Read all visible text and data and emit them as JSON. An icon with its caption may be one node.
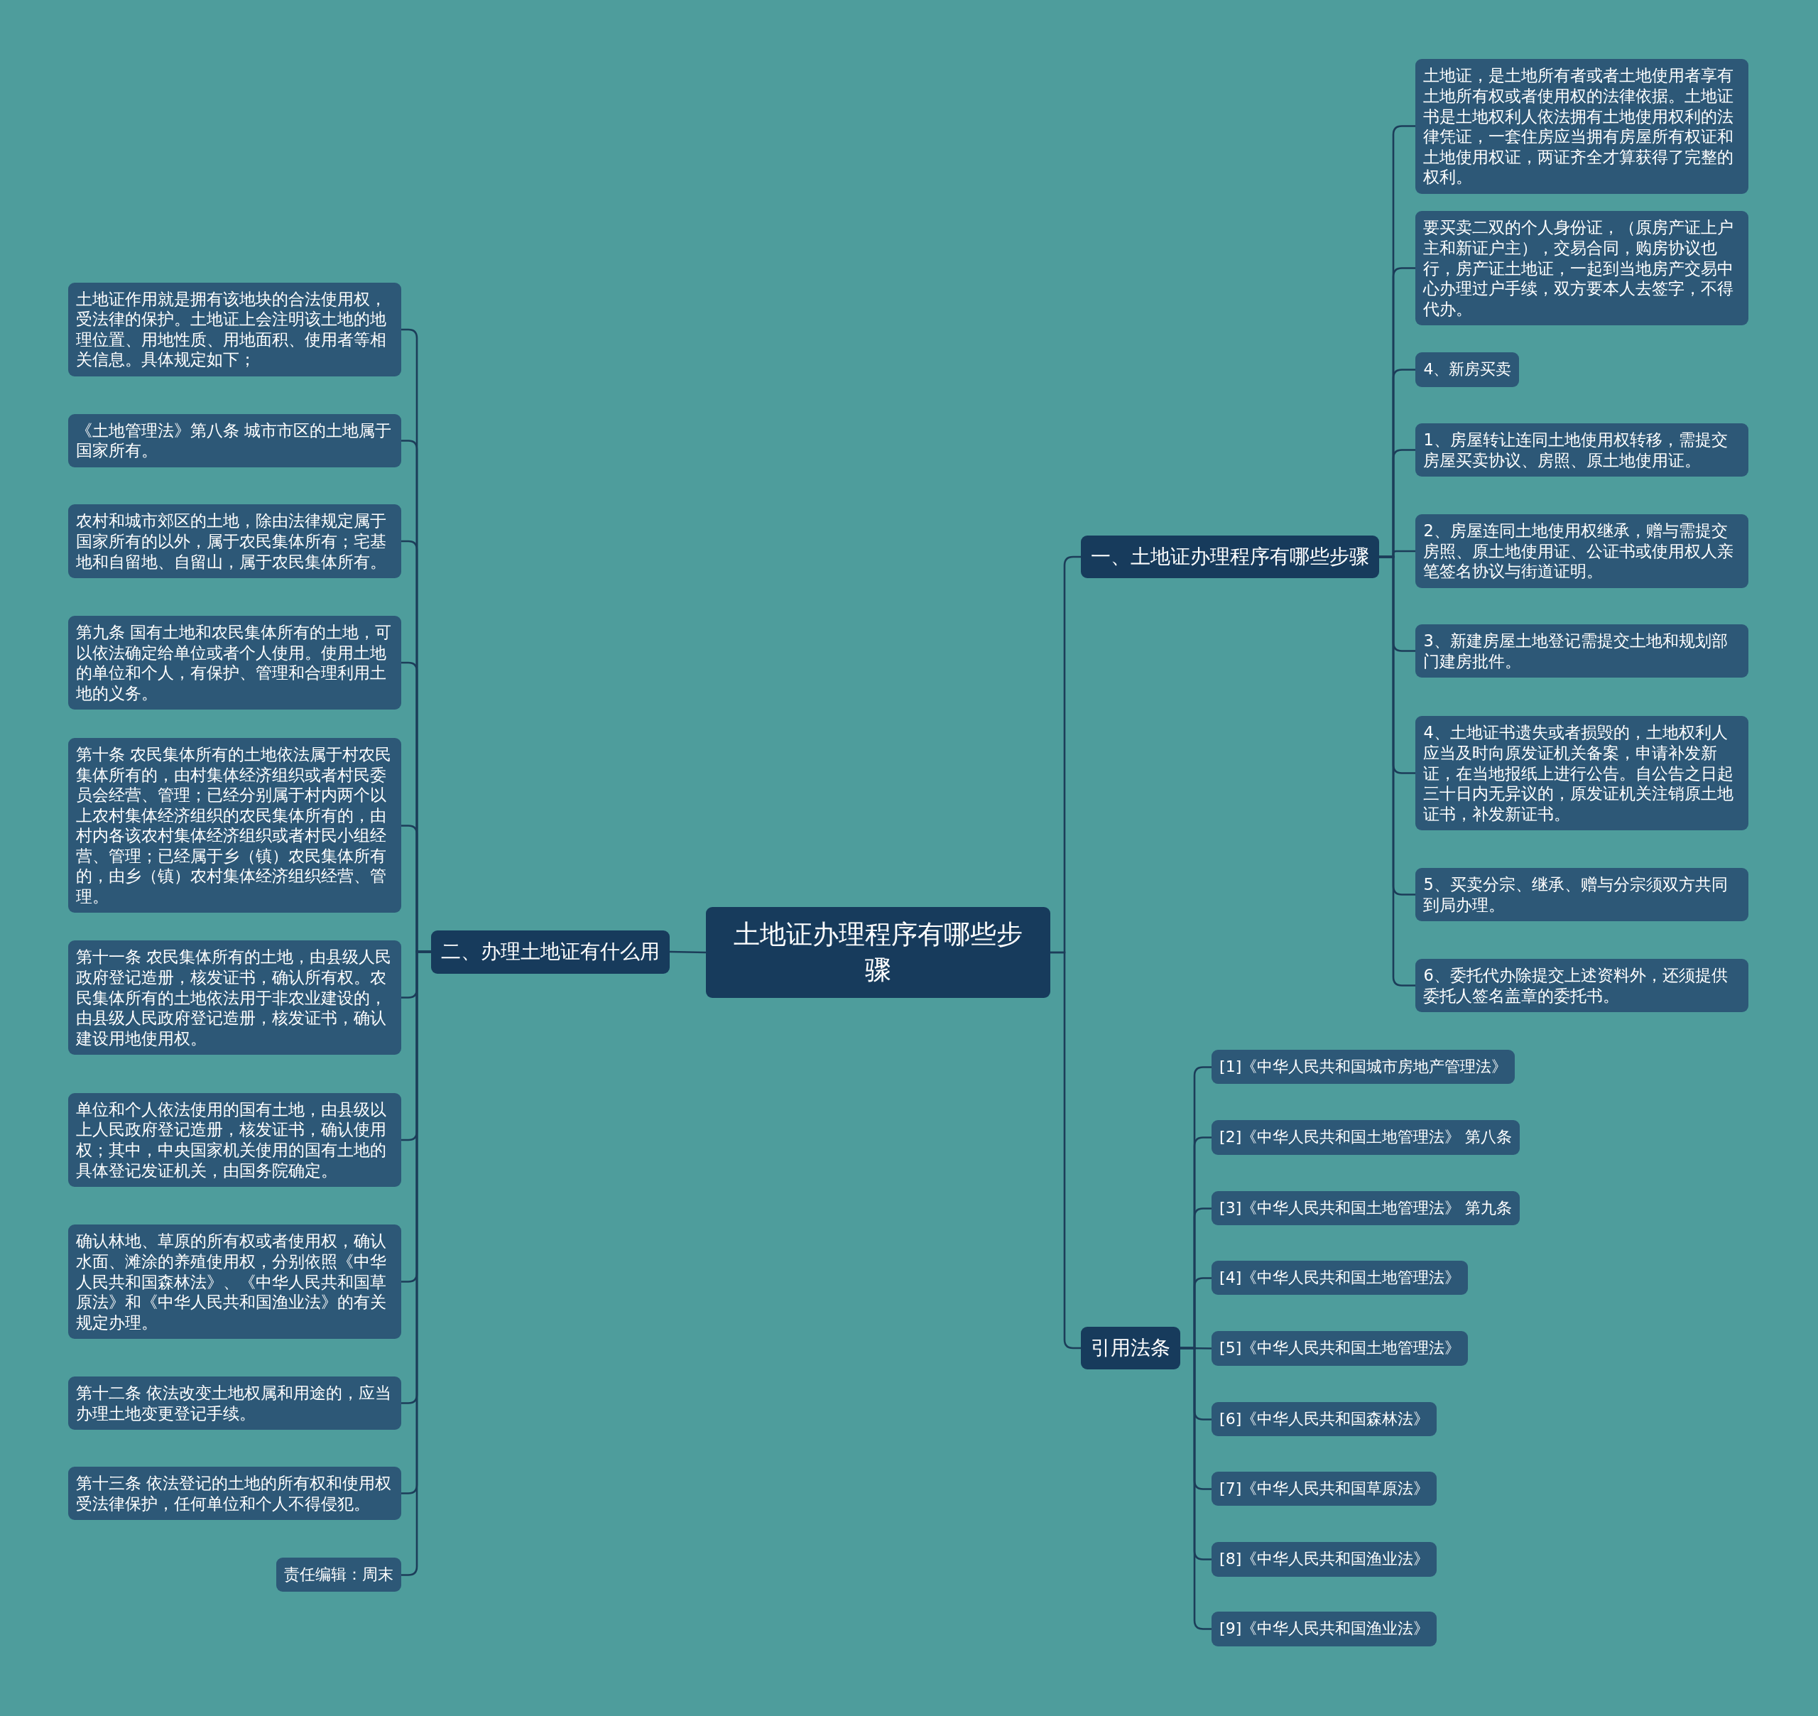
{
  "diagram": {
    "nodes": [
      {
        "text": [
          "土地证办理程序有哪些步骤"
        ]
      },
      {
        "text": [
          "一、土地证办理程序有哪些步骤"
        ]
      },
      {
        "text": [
          "土地证，是土地所有者或者土地使用者享有土地所有权或者使用权的法律依据。土地证书是土地权利人依法拥有土地使用权利的法律凭证，一套住房应当拥有房屋所有权证和土地使用权证，两证齐全才算获得了完整的权利。"
        ]
      },
      {
        "text": [
          "要买卖二双的个人身份证，（原房产证上户主和新证户主），交易合同，购房协议也行，房产证土地证，一起到当地房产交易中心办理过户手续，双方要本人去签字，不得代办。"
        ]
      },
      {
        "text": [
          "4、新房买卖"
        ]
      },
      {
        "text": [
          "1、房屋转让连同土地使用权转移，需提交房屋买卖协议、房照、原土地使用证。"
        ]
      },
      {
        "text": [
          "2、房屋连同土地使用权继承，赠与需提交房照、原土地使用证、公证书或使用权人亲笔签名协议与街道证明。"
        ]
      },
      {
        "text": [
          "3、新建房屋土地登记需提交土地和规划部门建房批件。"
        ]
      },
      {
        "text": [
          "4、土地证书遗失或者损毁的，土地权利人应当及时向原发证机关备案，申请补发新证，在当地报纸上进行公告。自公告之日起三十日内无异议的，原发证机关注销原土地证书，补发新证书。"
        ]
      },
      {
        "text": [
          "5、买卖分宗、继承、赠与分宗须双方共同到局办理。"
        ]
      },
      {
        "text": [
          "6、委托代办除提交上述资料外，还须提供委托人签名盖章的委托书。"
        ]
      },
      {
        "text": [
          "二、办理土地证有什么用"
        ]
      },
      {
        "text": [
          "土地证作用就是拥有该地块的合法使用权，受法律的保护。土地证上会注明该土地的地理位置、用地性质、用地面积、使用者等相关信息。具体规定如下；"
        ]
      },
      {
        "text": [
          "《土地管理法》第八条 城市市区的土地属于国家所有。"
        ]
      },
      {
        "text": [
          "农村和城市郊区的土地，除由法律规定属于国家所有的以外，属于农民集体所有；宅基地和自留地、自留山，属于农民集体所有。"
        ]
      },
      {
        "text": [
          "第九条 国有土地和农民集体所有的土地，可以依法确定给单位或者个人使用。使用土地的单位和个人，有保护、管理和合理利用土地的义务。"
        ]
      },
      {
        "text": [
          "第十条 农民集体所有的土地依法属于村农民集体所有的，由村集体经济组织或者村民委员会经营、管理；已经分别属于村内两个以上农村集体经济组织的农民集体所有的，由村内各该农村集体经济组织或者村民小组经营、管理；已经属于乡（镇）农民集体所有的，由乡（镇）农村集体经济组织经营、管理。"
        ]
      },
      {
        "text": [
          "第十一条 农民集体所有的土地，由县级人民政府登记造册，核发证书，确认所有权。农民集体所有的土地依法用于非农业建设的，由县级人民政府登记造册，核发证书，确认建设用地使用权。"
        ]
      },
      {
        "text": [
          "单位和个人依法使用的国有土地，由县级以上人民政府登记造册，核发证书，确认使用权；其中，中央国家机关使用的国有土地的具体登记发证机关，由国务院确定。"
        ]
      },
      {
        "text": [
          "确认林地、草原的所有权或者使用权，确认水面、滩涂的养殖使用权，分别依照《中华人民共和国森林法》、《中华人民共和国草原法》和《中华人民共和国渔业法》的有关规定办理。"
        ]
      },
      {
        "text": [
          "第十二条 依法改变土地权属和用途的，应当办理土地变更登记手续。"
        ]
      },
      {
        "text": [
          "第十三条 依法登记的土地的所有权和使用权受法律保护，任何单位和个人不得侵犯。"
        ]
      },
      {
        "text": [
          "责任编辑：周末"
        ]
      },
      {
        "text": [
          "引用法条"
        ]
      },
      {
        "text": [
          "[1]《中华人民共和国城市房地产管理法》"
        ]
      },
      {
        "text": [
          "[2]《中华人民共和国土地管理法》 第八条"
        ]
      },
      {
        "text": [
          "[3]《中华人民共和国土地管理法》 第九条"
        ]
      },
      {
        "text": [
          "[4]《中华人民共和国土地管理法》"
        ]
      },
      {
        "text": [
          "[5]《中华人民共和国土地管理法》"
        ]
      },
      {
        "text": [
          "[6]《中华人民共和国森林法》"
        ]
      },
      {
        "text": [
          "[7]《中华人民共和国草原法》"
        ]
      },
      {
        "text": [
          "[8]《中华人民共和国渔业法》"
        ]
      },
      {
        "text": [
          "[9]《中华人民共和国渔业法》"
        ]
      }
    ],
    "edges": [
      {
        "from": 0,
        "to": 1,
        "arrow": "none"
      },
      {
        "from": 1,
        "to": 2,
        "arrow": "none"
      },
      {
        "from": 1,
        "to": 3,
        "arrow": "none"
      },
      {
        "from": 1,
        "to": 4,
        "arrow": "none"
      },
      {
        "from": 1,
        "to": 5,
        "arrow": "none"
      },
      {
        "from": 1,
        "to": 6,
        "arrow": "none"
      },
      {
        "from": 1,
        "to": 7,
        "arrow": "none"
      },
      {
        "from": 1,
        "to": 8,
        "arrow": "none"
      },
      {
        "from": 1,
        "to": 9,
        "arrow": "none"
      },
      {
        "from": 1,
        "to": 10,
        "arrow": "none"
      },
      {
        "from": 0,
        "to": 11,
        "arrow": "none"
      },
      {
        "from": 11,
        "to": 12,
        "arrow": "none"
      },
      {
        "from": 11,
        "to": 13,
        "arrow": "none"
      },
      {
        "from": 11,
        "to": 14,
        "arrow": "none"
      },
      {
        "from": 11,
        "to": 15,
        "arrow": "none"
      },
      {
        "from": 11,
        "to": 16,
        "arrow": "none"
      },
      {
        "from": 11,
        "to": 17,
        "arrow": "none"
      },
      {
        "from": 11,
        "to": 18,
        "arrow": "none"
      },
      {
        "from": 11,
        "to": 19,
        "arrow": "none"
      },
      {
        "from": 11,
        "to": 20,
        "arrow": "none"
      },
      {
        "from": 11,
        "to": 21,
        "arrow": "none"
      },
      {
        "from": 11,
        "to": 22,
        "arrow": "none"
      },
      {
        "from": 0,
        "to": 23,
        "arrow": "none"
      },
      {
        "from": 23,
        "to": 24,
        "arrow": "none"
      },
      {
        "from": 23,
        "to": 25,
        "arrow": "none"
      },
      {
        "from": 23,
        "to": 26,
        "arrow": "none"
      },
      {
        "from": 23,
        "to": 27,
        "arrow": "none"
      },
      {
        "from": 23,
        "to": 28,
        "arrow": "none"
      },
      {
        "from": 23,
        "to": 29,
        "arrow": "none"
      },
      {
        "from": 23,
        "to": 30,
        "arrow": "none"
      },
      {
        "from": 23,
        "to": 31,
        "arrow": "none"
      },
      {
        "from": 23,
        "to": 32,
        "arrow": "none"
      }
    ]
  }
}
